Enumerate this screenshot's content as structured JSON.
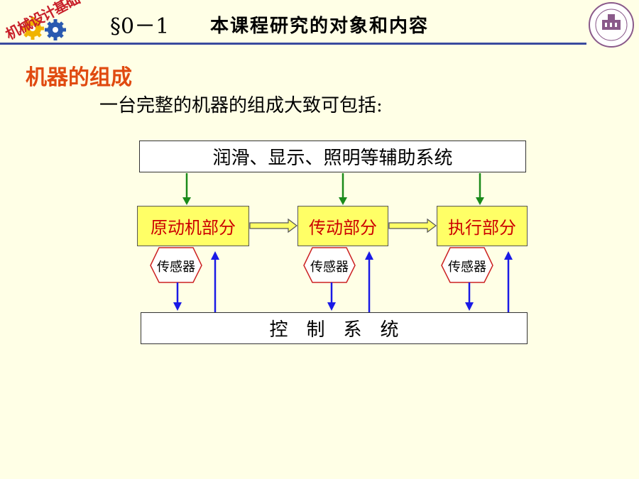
{
  "header": {
    "logo_text": "机械设计基础",
    "section_number": "§0－1",
    "title": "本课程研究的对象和内容",
    "emblem_icon": "university-emblem-icon"
  },
  "main": {
    "section_title": "机器的组成",
    "intro": "一台完整的机器的组成大致可包括:"
  },
  "diagram": {
    "aux_system": "润滑、显示、照明等辅助系统",
    "components": [
      {
        "label": "原动机部分"
      },
      {
        "label": "传动部分"
      },
      {
        "label": "执行部分"
      }
    ],
    "sensors": [
      "传感器",
      "传感器",
      "传感器"
    ],
    "control_system": "控　制　系　统"
  },
  "colors": {
    "background": "#ffffe6",
    "header_line": "#3a4a9e",
    "section_title": "#e04a10",
    "component_fill": "#ffff66",
    "component_text": "#cc0000",
    "green_arrow": "#1a8a1a",
    "blue_arrow": "#1a1ae6",
    "sensor_border": "#cc2222"
  }
}
